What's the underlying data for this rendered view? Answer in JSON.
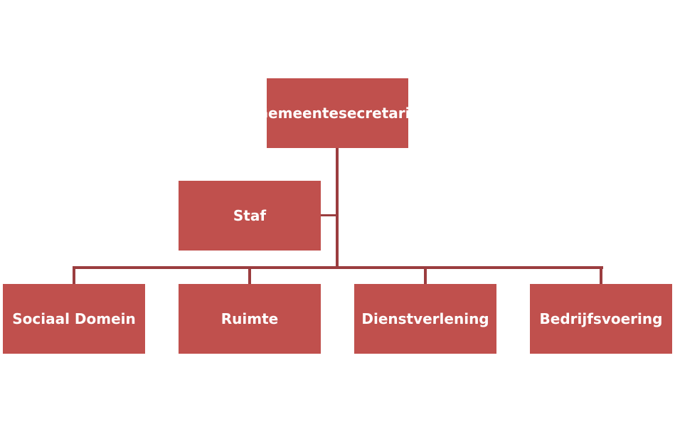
{
  "colors": {
    "box_fill": "#c0504d",
    "connector": "#9b3d3f",
    "text": "#ffffff",
    "background": "#ffffff"
  },
  "org_chart": {
    "root": {
      "label": "Gemeentesecretaris"
    },
    "assistant": {
      "label": "Staf"
    },
    "children": [
      {
        "label": "Sociaal Domein"
      },
      {
        "label": "Ruimte"
      },
      {
        "label": "Dienstverlening"
      },
      {
        "label": "Bedrijfsvoering"
      }
    ]
  }
}
